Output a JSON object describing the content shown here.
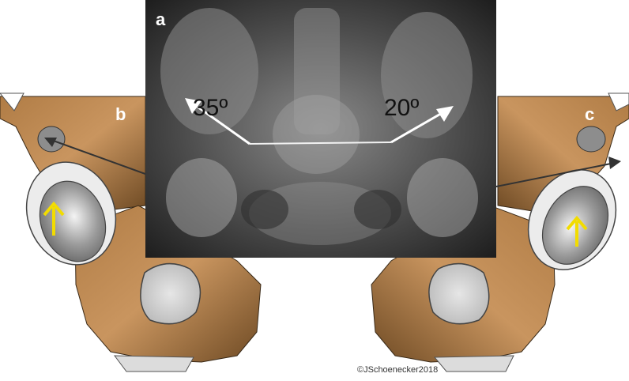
{
  "panels": {
    "a": {
      "label": "a"
    },
    "b": {
      "label": "b"
    },
    "c": {
      "label": "c"
    }
  },
  "angles": {
    "left": "35º",
    "right": "20º"
  },
  "credit": "©JSchoenecker2018",
  "colors": {
    "bone_light": "#c9955f",
    "bone_dark": "#6e4a24",
    "xray_bg": "#2a2a2a",
    "arrow_yellow": "#f2dc00",
    "vector_line": "#333333"
  }
}
